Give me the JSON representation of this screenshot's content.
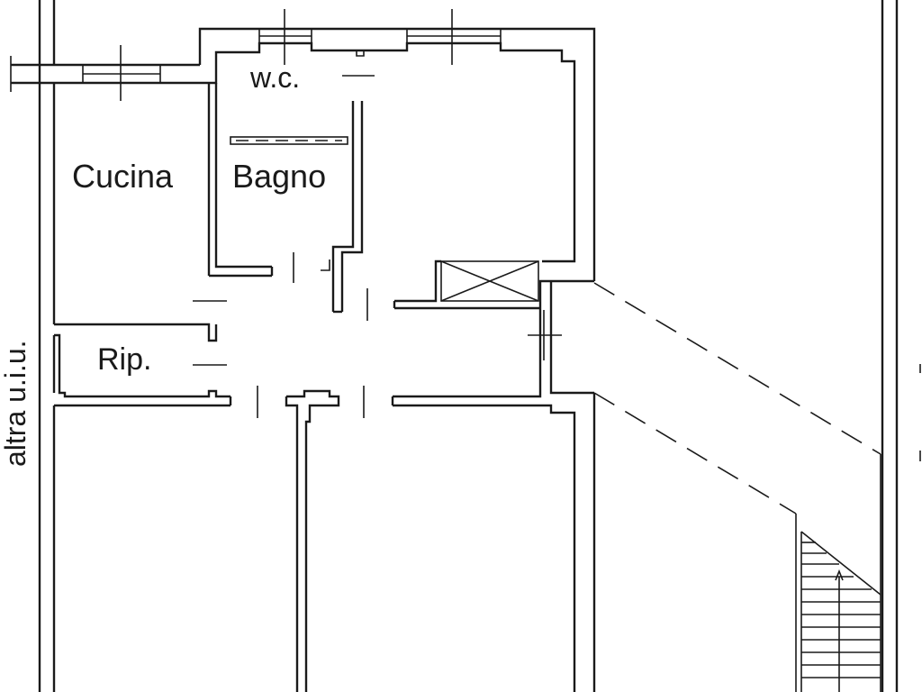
{
  "rooms": {
    "wc": "w.c.",
    "kitchen": "Cucina",
    "bathroom": "Bagno",
    "storage": "Rip."
  },
  "side_label": "altra u.i.u."
}
